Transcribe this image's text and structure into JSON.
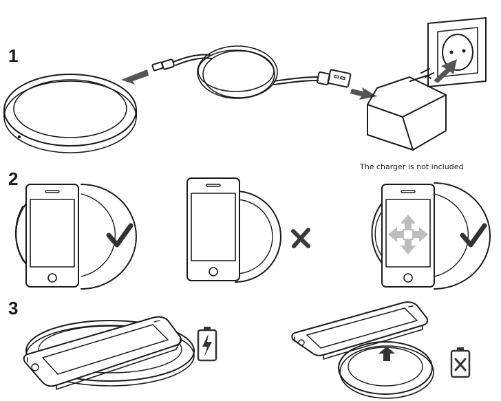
{
  "steps": [
    {
      "number": "1"
    },
    {
      "number": "2"
    },
    {
      "number": "3"
    }
  ],
  "note": "The charger is not included",
  "colors": {
    "line": "#1a1a1a",
    "good": "#333333",
    "bad": "#3a3a3a",
    "arrow": "#555555",
    "move_arrow": "#bdbdbd"
  },
  "icons": {
    "placement_results": [
      "checkmark-icon",
      "cross-icon",
      "checkmark-icon"
    ],
    "battery_states": [
      "battery-charging-icon",
      "battery-not-charging-icon"
    ]
  }
}
